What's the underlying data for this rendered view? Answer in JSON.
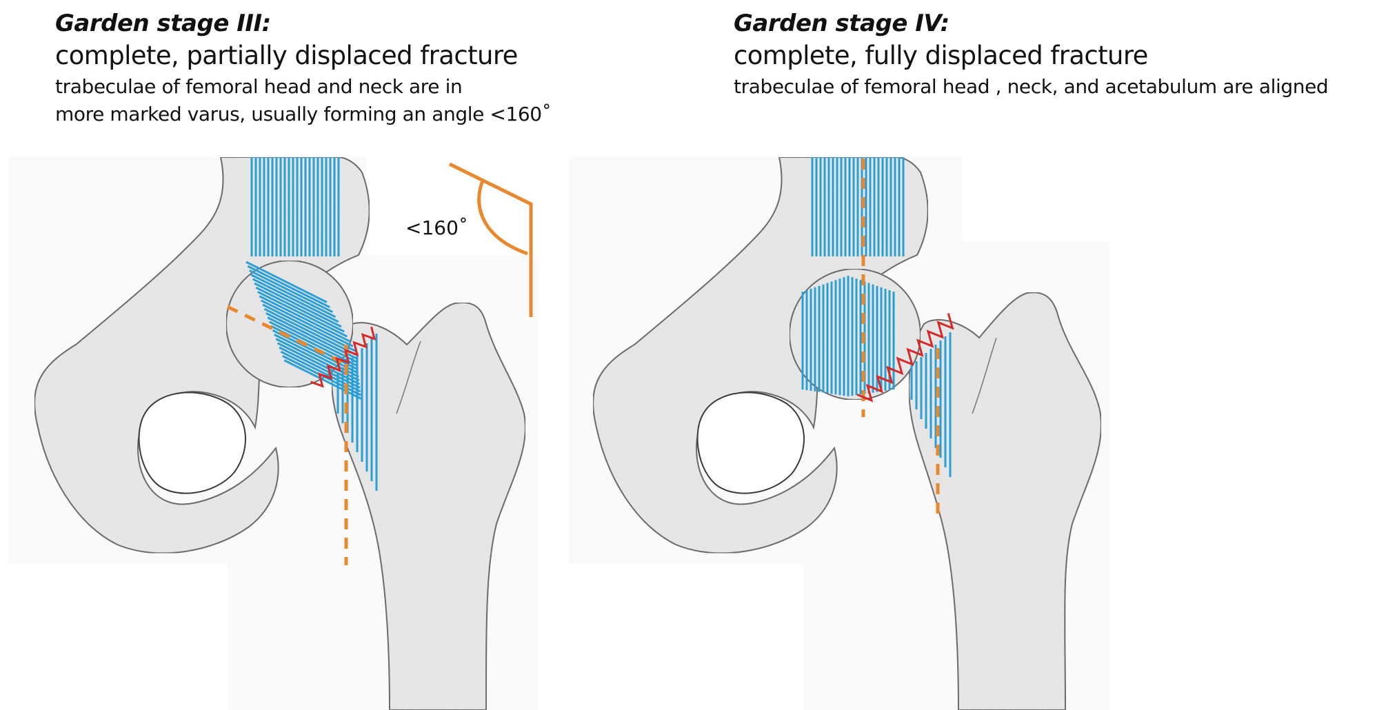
{
  "left_panel": {
    "title": "Garden stage III:",
    "subtitle": "complete, partially displaced fracture",
    "description_lines": [
      "trabeculae of femoral head and neck are in",
      "more marked varus, usually forming an angle <160˚"
    ],
    "angle_label": "<160˚"
  },
  "right_panel": {
    "title": "Garden stage IV:",
    "subtitle": "complete, fully displaced fracture",
    "description_lines": [
      "trabeculae of femoral head , neck, and acetabulum are aligned"
    ]
  },
  "colors": {
    "trabeculae": "#2a9fd6",
    "alignment_line": "#e8892f",
    "fracture_line": "#d42a2a",
    "bone_fill": "#ececec",
    "bone_outline": "#555555"
  }
}
